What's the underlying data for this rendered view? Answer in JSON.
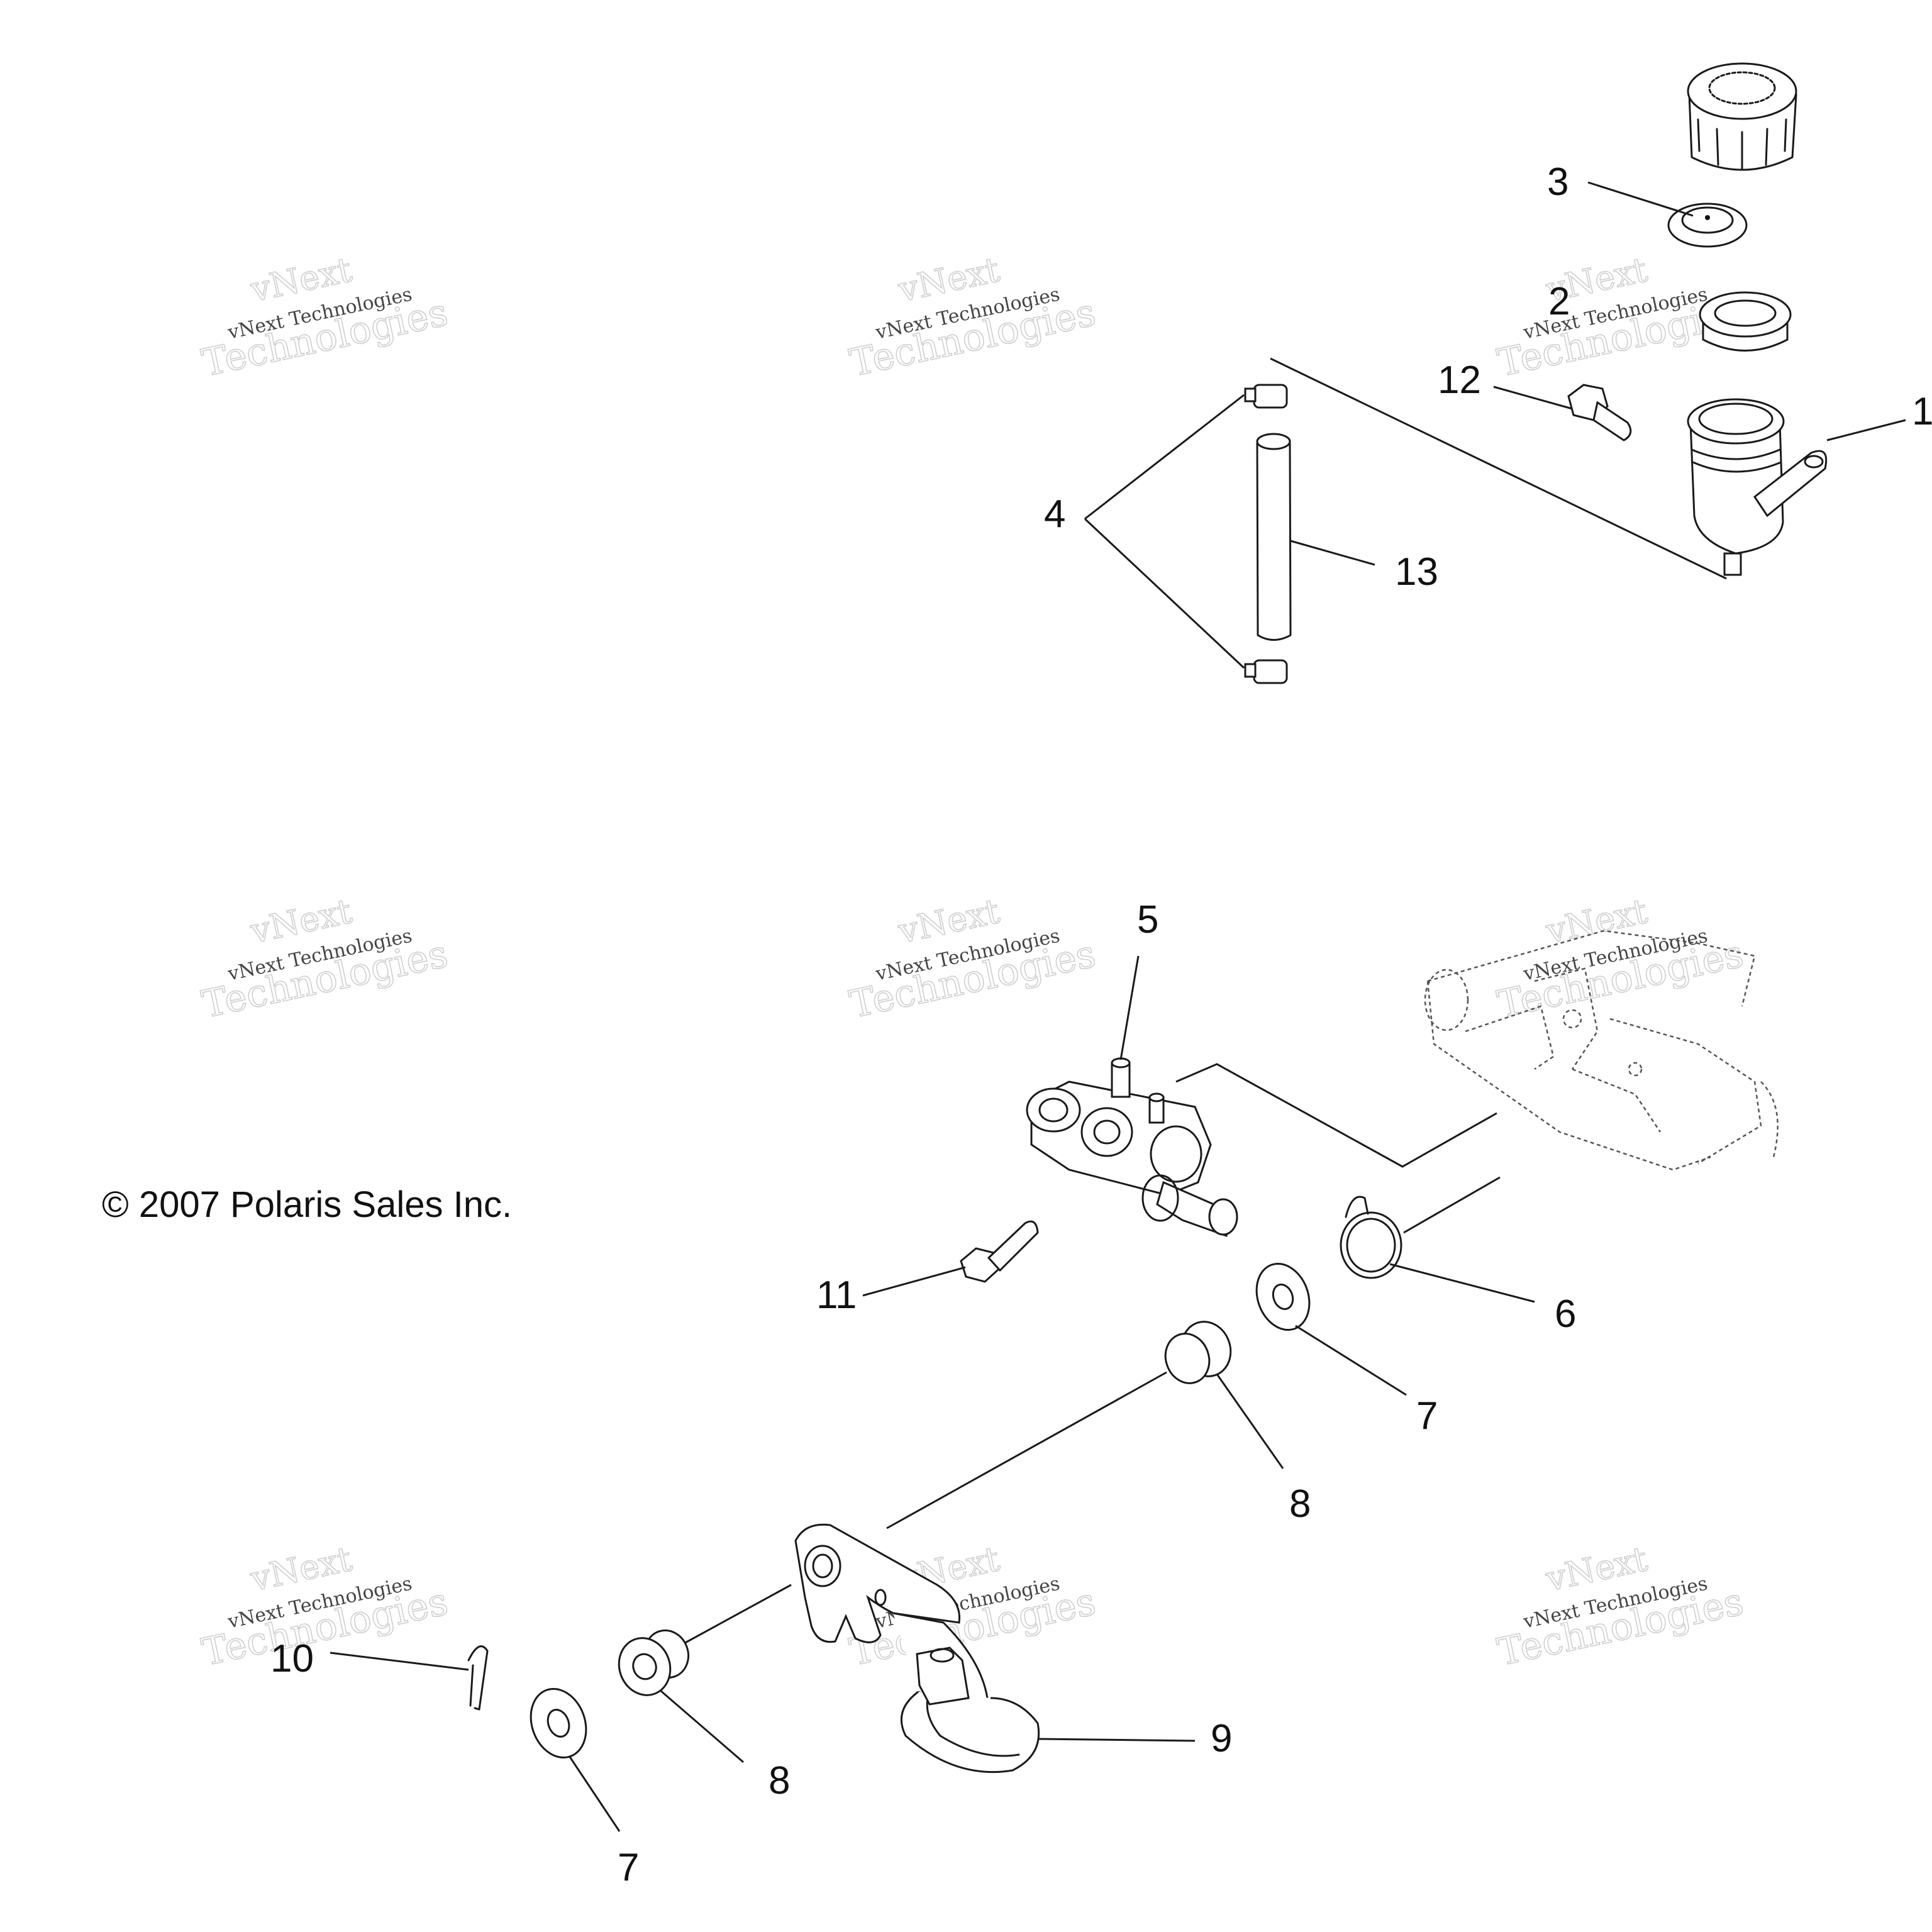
{
  "copyright": "© 2007 Polaris Sales Inc.",
  "watermark": {
    "line1": "vNext",
    "line2": "vNext Technologies",
    "line3": "Technologies"
  },
  "callouts": {
    "c1": "1",
    "c2": "2",
    "c3": "3",
    "c4": "4",
    "c5": "5",
    "c6": "6",
    "c7a": "7",
    "c7b": "7",
    "c8a": "8",
    "c8b": "8",
    "c9": "9",
    "c10": "10",
    "c11": "11",
    "c12": "12",
    "c13": "13"
  }
}
